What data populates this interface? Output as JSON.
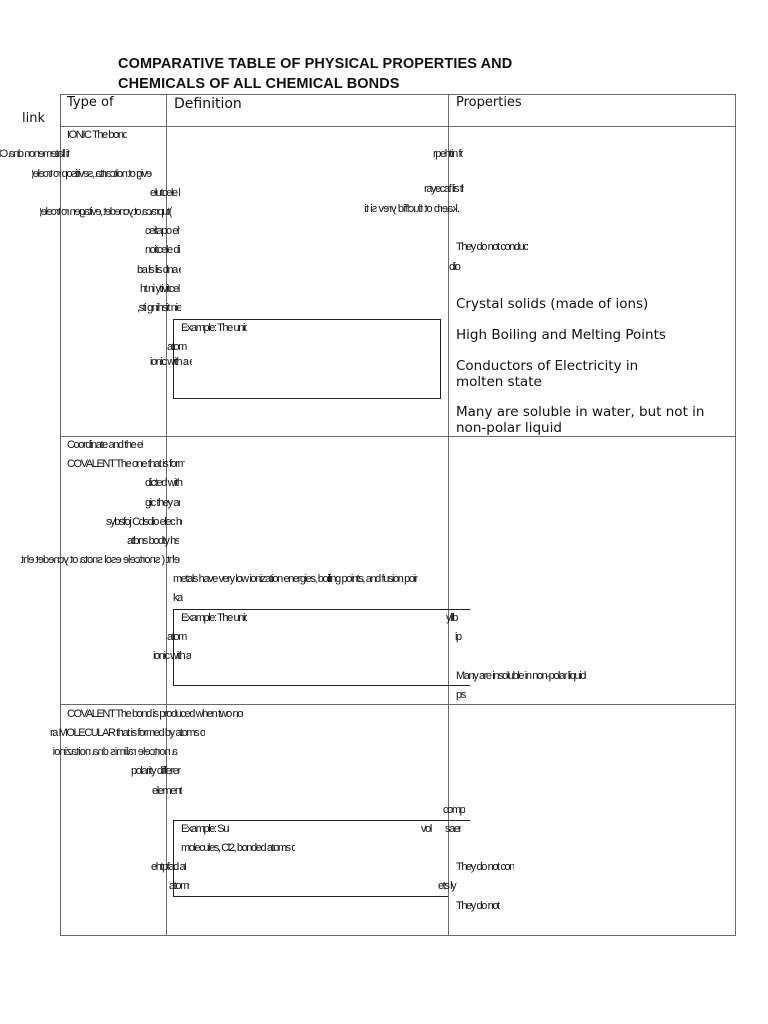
{
  "title_line1": "COMPARATIVE TABLE OF PHYSICAL PROPERTIES AND",
  "title_line2": "CHEMICALS OF ALL CHEMICAL BONDS",
  "side_label": "link",
  "headers": {
    "type": "Type of",
    "definition": "Definition",
    "properties": "Properties"
  },
  "ionic": {
    "lines": [
      "IONIC The bond that",
      "ti llatemenon dna CI",
      "evig ot noitcartta ,sevitisop ro trcele(",
      "elutcele hat",
      ")tupracа ot ycnedet ,evitagen ro trcele(",
      "ceitapo eht",
      "noitcele dib",
      "ba ls lis dna ehT",
      "ht ni ytivitcel",
      ",sti gnihsit nie",
      "Example: The union of the chloride",
      "atom with",
      "ionic with a ehth",
      "rpehtin fo",
      "rayecaf lis thgi",
      ".kaerb ot tlucffid yrev si ti",
      "They do not conduct electricity in the",
      "dio"
    ],
    "properties": [
      "Crystal solids (made of ions)",
      "High Boiling and Melting Points",
      "Conductors of Electricity in molten state",
      "Many are soluble in water, but not in non-polar liquid"
    ]
  },
  "covalent": {
    "lines": [
      "Coordinate and the element",
      "COVALENT The one that is formed between",
      "dicted with the",
      "gic they are not",
      "sybsfoj Cdsdio elec hdnig",
      "atbns bodty hs fi",
      "eht ( snortcele esol snota ot ycnedet eht",
      "metals have very low ionization energies, boiling points, and fusion points",
      "ka",
      "Example: The union of the chloride",
      "atom with",
      "ionic with a ehth",
      "yllb",
      "ip",
      "Many are insoluble in non-polar liquids",
      "ps"
    ]
  },
  "covalent_polar": {
    "lines": [
      "COVALENT The bond is produced when two non-metals",
      "ra MOLECULAR that is formed by atoms of a",
      "a nortcele ralimis dna noitazinoi",
      "polarity difference of both",
      "elements that",
      "compla",
      "Example: Sulfur Dioxide",
      "vol",
      "saers",
      "molecules, Cl2, bonded atoms of",
      "ehtpfad atc",
      "atoms is",
      "They do not conduct electricity",
      "ets ly",
      "They do not conduct elec"
    ]
  }
}
